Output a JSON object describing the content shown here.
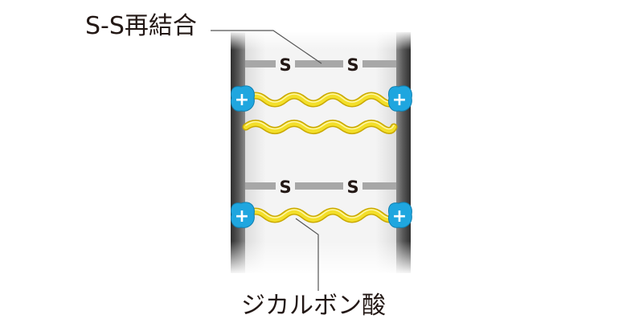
{
  "labels": {
    "ss_bond": "S-S再結合",
    "carboxylic_acid": "ジカルボン酸"
  },
  "bond_pairs": [
    {
      "sulfur_left": "S",
      "sulfur_right": "S",
      "charge_left": "+",
      "charge_right": "+"
    },
    {
      "sulfur_left": "S",
      "sulfur_right": "S",
      "charge_left": "+",
      "charge_right": "+"
    }
  ],
  "colors": {
    "wall": "#4a4a4a",
    "bond_gray": "#a7a7a7",
    "acid_yellow": "#f3df2a",
    "ion_blue": "#1fa6df",
    "leader_line": "#555555",
    "text": "#231815"
  }
}
